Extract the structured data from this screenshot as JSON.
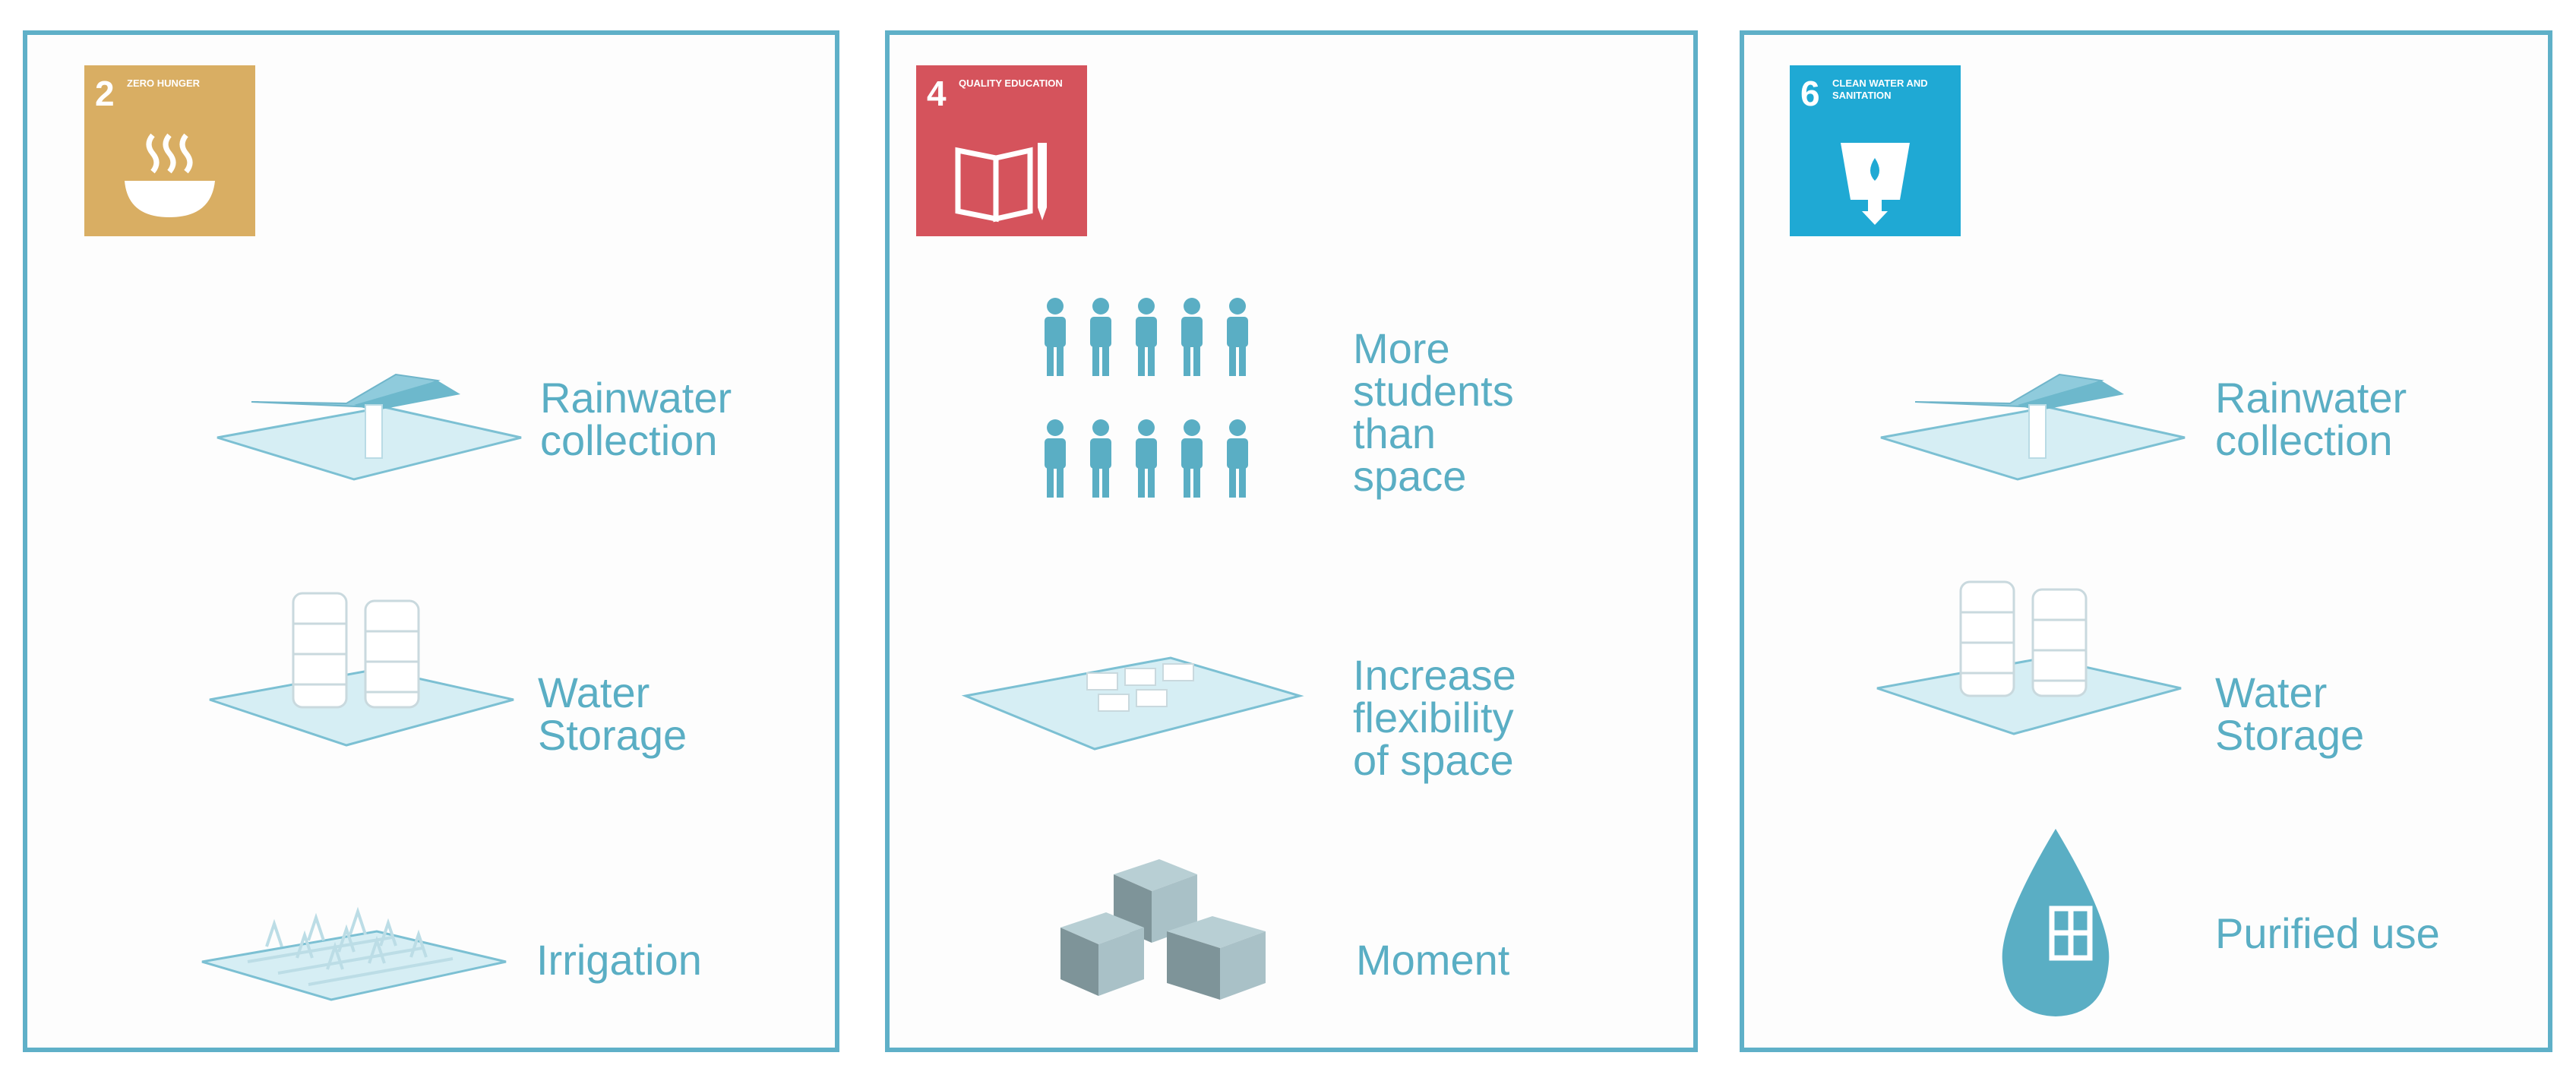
{
  "panels": [
    {
      "goal": {
        "number": "2",
        "title": "Zero Hunger",
        "color": "#d9ae63"
      },
      "items": [
        {
          "label": "Rainwater\ncollection",
          "icon": "rainwater-collection-icon"
        },
        {
          "label": "Water\nStorage",
          "icon": "water-storage-icon"
        },
        {
          "label": "Irrigation",
          "icon": "irrigation-icon"
        }
      ]
    },
    {
      "goal": {
        "number": "4",
        "title": "Quality Education",
        "color": "#d5535c"
      },
      "items": [
        {
          "label": "More\nstudents\nthan\nspace",
          "icon": "students-icon"
        },
        {
          "label": "Increase\nflexibility\nof space",
          "icon": "flexible-space-icon"
        },
        {
          "label": "Moment",
          "icon": "blocks-icon"
        }
      ]
    },
    {
      "goal": {
        "number": "6",
        "title": "Clean Water and Sanitation",
        "color": "#1fa9d4"
      },
      "items": [
        {
          "label": "Rainwater\ncollection",
          "icon": "rainwater-collection-icon"
        },
        {
          "label": "Water\nStorage",
          "icon": "water-storage-icon"
        },
        {
          "label": "Purified use",
          "icon": "water-drop-icon"
        }
      ]
    }
  ],
  "colors": {
    "border": "#5fb0c8",
    "label": "#5aaec4",
    "plate": "#bfe2ec",
    "person": "#5aaec4"
  }
}
